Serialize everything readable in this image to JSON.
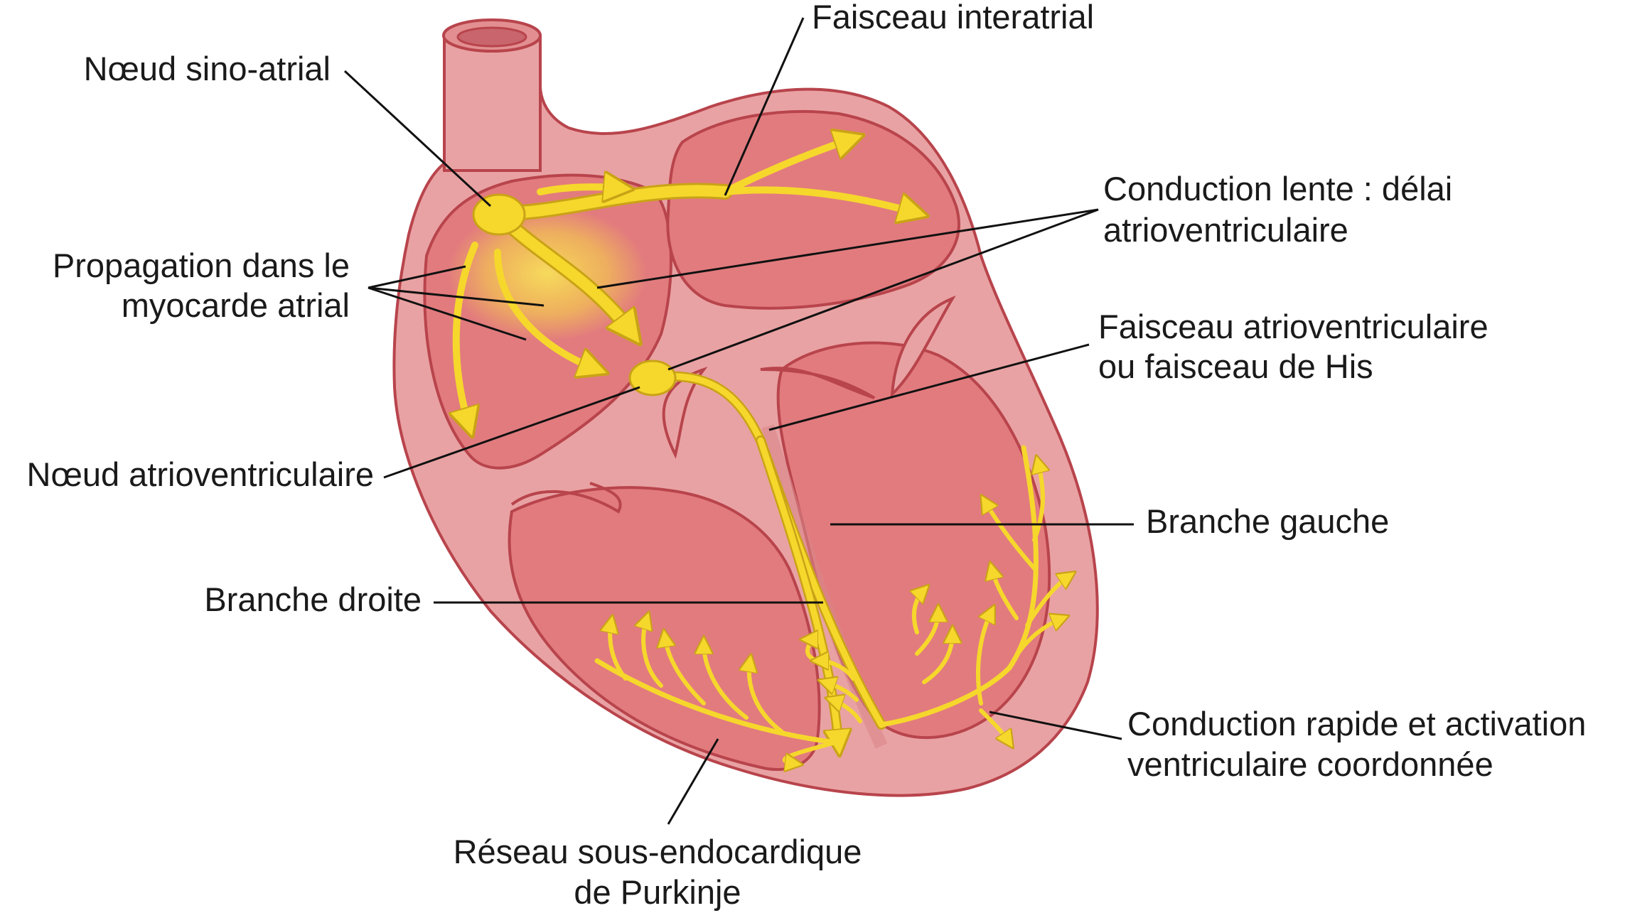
{
  "colors": {
    "muscle_outer": "#e9a2a3",
    "muscle_inner": "#e27b7e",
    "outline": "#b8444c",
    "conduction": "#f6d72c",
    "conduction_edge": "#c9a316",
    "label_text": "#1a1a1a"
  },
  "labels": {
    "faisceau_interatrial": "Faisceau interatrial",
    "noeud_sino_atrial": "Nœud sino-atrial",
    "conduction_lente_1": "Conduction lente : délai",
    "conduction_lente_2": "atrioventriculaire",
    "propagation_1": "Propagation dans le",
    "propagation_2": "myocarde atrial",
    "faisceau_his_1": "Faisceau atrioventriculaire",
    "faisceau_his_2": "ou faisceau de His",
    "noeud_av": "Nœud atrioventriculaire",
    "branche_gauche": "Branche gauche",
    "branche_droite": "Branche droite",
    "conduction_rapide_1": "Conduction rapide et activation",
    "conduction_rapide_2": "ventriculaire coordonnée",
    "purkinje_1": "Réseau sous-endocardique",
    "purkinje_2": "de Purkinje"
  }
}
